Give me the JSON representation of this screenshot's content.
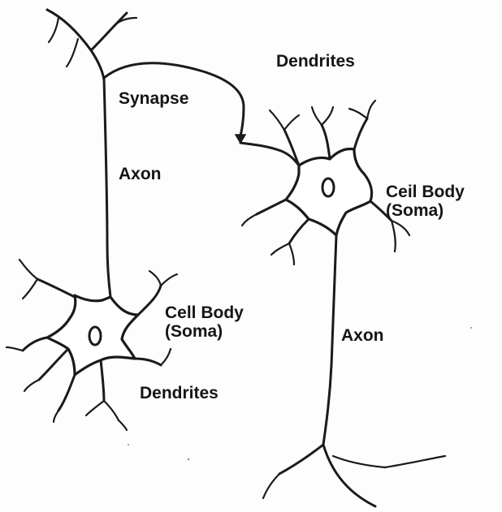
{
  "labels": {
    "dendrites_top": "Dendrites",
    "synapse": "Synapse",
    "axon_left": "Axon",
    "cell_body_right": "Ceil Body\n(Soma)",
    "cell_body_left": "Cell Body\n(Soma)",
    "axon_right": "Axon",
    "dendrites_bottom": "Dendrites"
  },
  "colors": {
    "ink": "#1a1a1a",
    "paper": "#fdfdfd"
  }
}
